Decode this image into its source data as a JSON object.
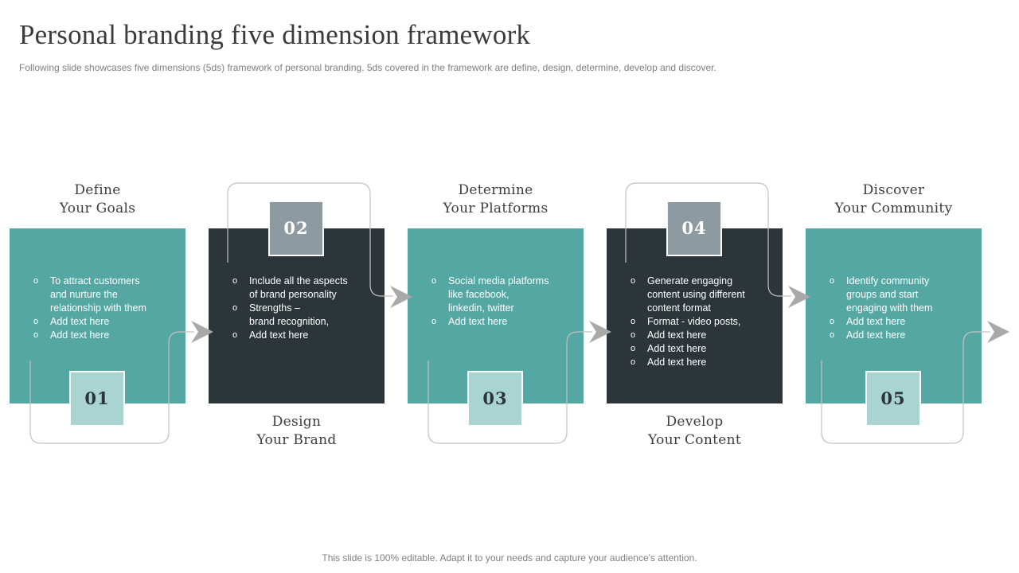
{
  "slide": {
    "title": "Personal branding five dimension framework",
    "subtitle": "Following slide showcases five dimensions (5ds) framework of personal branding. 5ds covered in the framework are define, design, determine, develop and discover.",
    "footer": "This slide is 100% editable. Adapt it to your needs and capture your audience's attention."
  },
  "colors": {
    "teal": "#54a7a2",
    "teal-light": "#a9d4d1",
    "dark": "#2c3539",
    "slate": "#8d9aa2",
    "line": "#c2c2c2",
    "arrow": "#a9a9a9",
    "ink": "#3d3d3d",
    "muted": "#7f7f7f"
  },
  "steps": [
    {
      "number": "01",
      "title": "Define\nYour Goals",
      "variant": "teal",
      "badge_position": "bottom",
      "bullets": [
        "To attract customers\nand nurture the\nrelationship with them",
        "Add text here",
        "Add text here"
      ]
    },
    {
      "number": "02",
      "title": "Design\nYour Brand",
      "variant": "dark",
      "badge_position": "top",
      "bullets": [
        "Include all the aspects\nof brand personality",
        "Strengths –\nbrand recognition,",
        "Add text here"
      ]
    },
    {
      "number": "03",
      "title": "Determine\nYour Platforms",
      "variant": "teal",
      "badge_position": "bottom",
      "bullets": [
        "Social media platforms\nlike facebook,\nlinkedin, twitter",
        "Add text here"
      ]
    },
    {
      "number": "04",
      "title": "Develop\nYour Content",
      "variant": "dark",
      "badge_position": "top",
      "bullets": [
        "Generate engaging\ncontent using different\ncontent format",
        "Format - video posts,",
        "Add text here",
        "Add text here",
        "Add text here"
      ]
    },
    {
      "number": "05",
      "title": "Discover\nYour Community",
      "variant": "teal",
      "badge_position": "bottom",
      "bullets": [
        "Identify community\ngroups and start\nengaging with them",
        "Add text here",
        "Add text here"
      ]
    }
  ]
}
